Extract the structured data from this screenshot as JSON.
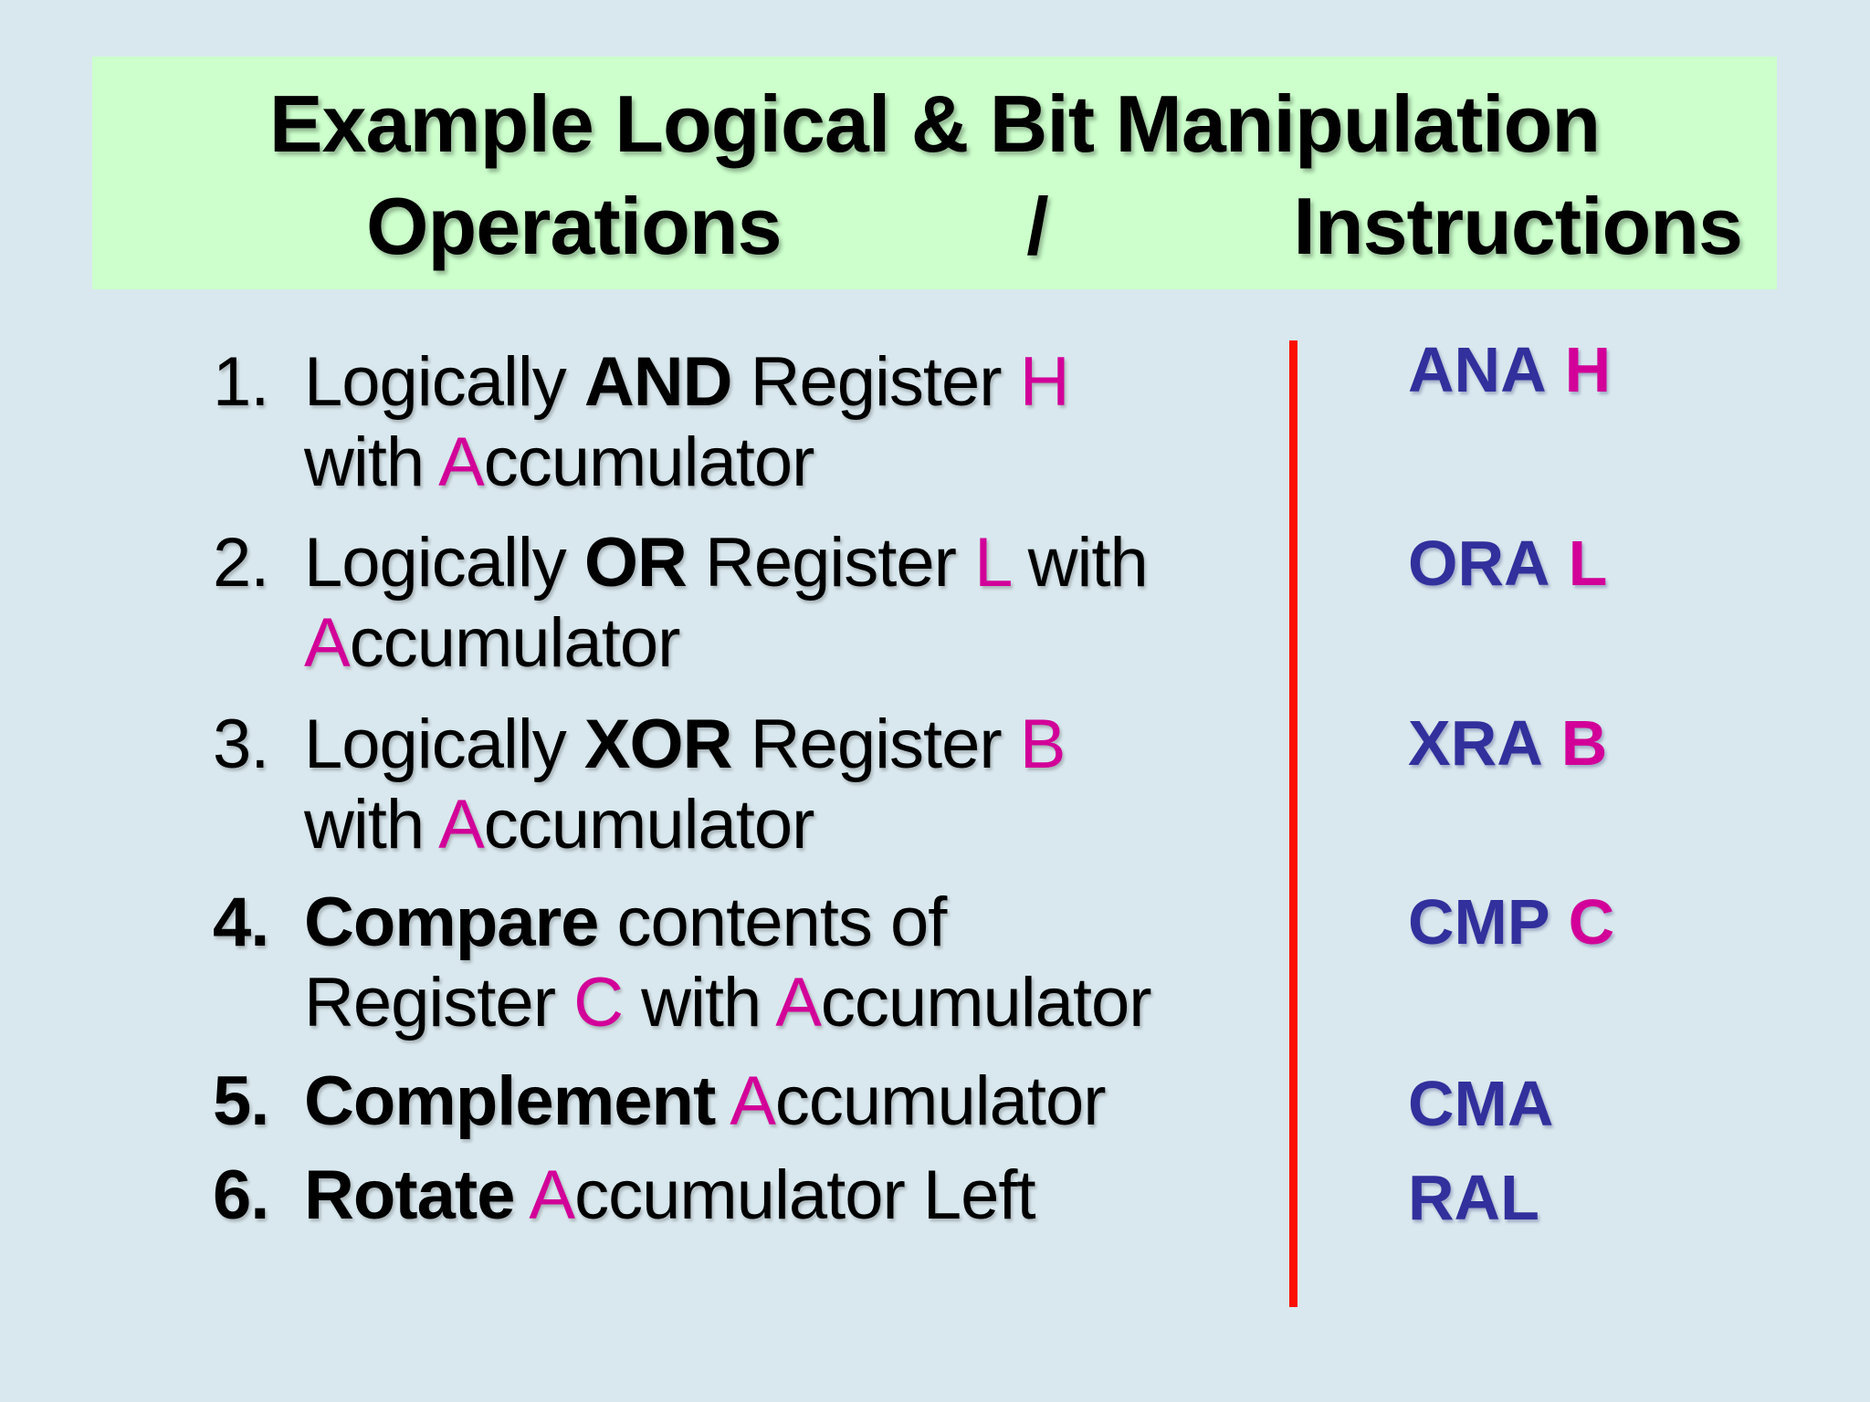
{
  "title": {
    "line1": "Example Logical & Bit Manipulation",
    "line2_left": "Operations",
    "line2_separator": "/",
    "line2_right": "Instructions"
  },
  "operations": [
    {
      "number": "1.",
      "number_bold": false,
      "lines": [
        [
          {
            "t": "Logically "
          },
          {
            "t": "AND",
            "b": true
          },
          {
            "t": " Register "
          },
          {
            "t": "H",
            "accent": true
          }
        ],
        [
          {
            "t": "with "
          },
          {
            "t": "A",
            "accent": true
          },
          {
            "t": "ccumulator"
          }
        ]
      ]
    },
    {
      "number": "2.",
      "number_bold": false,
      "lines": [
        [
          {
            "t": "Logically "
          },
          {
            "t": "OR",
            "b": true
          },
          {
            "t": " Register "
          },
          {
            "t": "L",
            "accent": true
          },
          {
            "t": " with"
          }
        ],
        [
          {
            "t": "A",
            "accent": true
          },
          {
            "t": "ccumulator"
          }
        ]
      ]
    },
    {
      "number": "3.",
      "number_bold": false,
      "lines": [
        [
          {
            "t": "Logically "
          },
          {
            "t": "XOR",
            "b": true
          },
          {
            "t": " Register "
          },
          {
            "t": "B",
            "accent": true
          }
        ],
        [
          {
            "t": "with "
          },
          {
            "t": "A",
            "accent": true
          },
          {
            "t": "ccumulator"
          }
        ]
      ]
    },
    {
      "number": "4.",
      "number_bold": true,
      "lines": [
        [
          {
            "t": "Compare",
            "b": true
          },
          {
            "t": " contents of"
          }
        ],
        [
          {
            "t": "Register "
          },
          {
            "t": "C",
            "accent": true
          },
          {
            "t": " with "
          },
          {
            "t": "A",
            "accent": true
          },
          {
            "t": "ccumulator"
          }
        ]
      ]
    },
    {
      "number": "5.",
      "number_bold": true,
      "lines": [
        [
          {
            "t": "Complement",
            "b": true
          },
          {
            "t": " "
          },
          {
            "t": "A",
            "accent": true
          },
          {
            "t": "ccumulator"
          }
        ]
      ]
    },
    {
      "number": "6.",
      "number_bold": true,
      "lines": [
        [
          {
            "t": "Rotate",
            "b": true
          },
          {
            "t": " "
          },
          {
            "t": "A",
            "accent": true
          },
          {
            "t": "ccumulator Left"
          }
        ]
      ]
    }
  ],
  "instructions": [
    {
      "mnemonic": "ANA",
      "operand": "H"
    },
    {
      "mnemonic": "ORA",
      "operand": "L"
    },
    {
      "mnemonic": "XRA",
      "operand": "B"
    },
    {
      "mnemonic": "CMP",
      "operand": "C"
    },
    {
      "mnemonic": "CMA",
      "operand": ""
    },
    {
      "mnemonic": "RAL",
      "operand": ""
    }
  ],
  "colors": {
    "background": "#d9e8ee",
    "title_background": "#ccffcc",
    "text": "#000000",
    "accent_magenta": "#d20098",
    "instruction_navy": "#31309c",
    "divider_red": "#fb0f00"
  }
}
